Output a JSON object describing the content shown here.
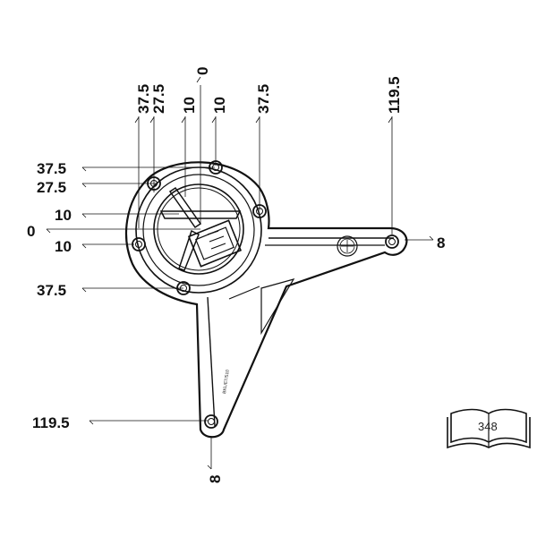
{
  "dimensions": {
    "top": [
      "37.5",
      "27.5",
      "10",
      "0",
      "10",
      "37.5",
      "119.5"
    ],
    "left": [
      "37.5",
      "27.5",
      "10",
      "0",
      "10",
      "37.5",
      "119.5"
    ],
    "right": "8",
    "bottom": "8"
  },
  "part_marking": "BKL/ET/510",
  "book": {
    "page_number": "348"
  },
  "icons": [
    "open-book-icon",
    "manufacturer-logo-icon"
  ]
}
